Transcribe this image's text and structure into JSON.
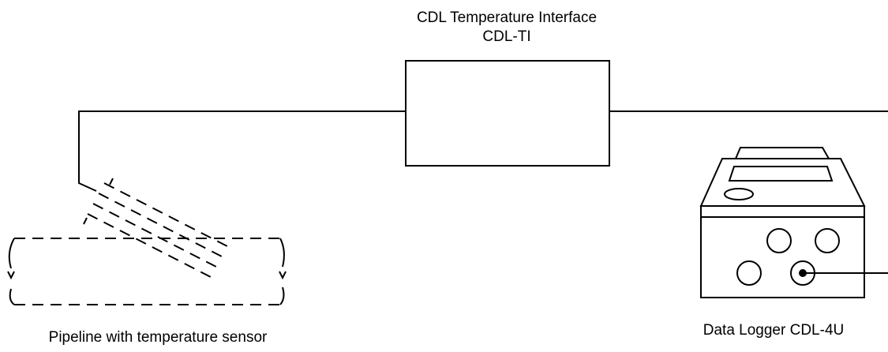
{
  "interface": {
    "title": "CDL Temperature Interface",
    "code": "CDL-TI"
  },
  "pipeline": {
    "label": "Pipeline with temperature sensor"
  },
  "logger": {
    "label": "Data Logger CDL-4U"
  },
  "colors": {
    "stroke": "#000000",
    "background": "#ffffff"
  }
}
